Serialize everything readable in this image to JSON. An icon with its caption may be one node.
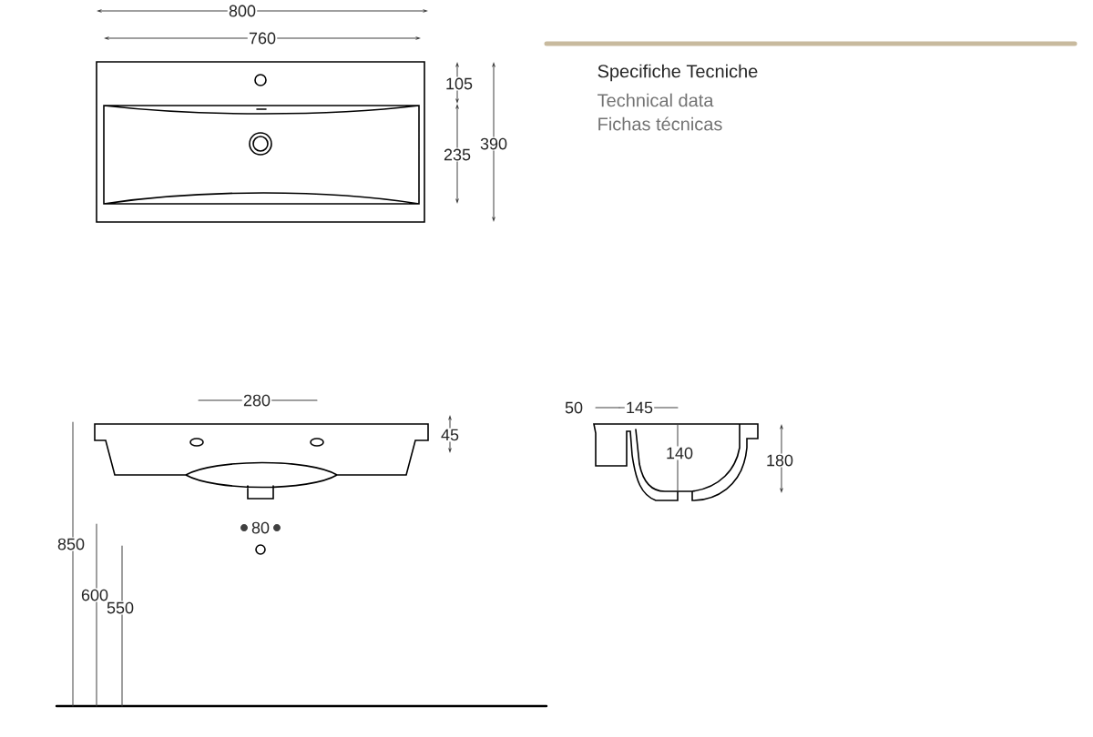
{
  "diagram": {
    "labels": [
      "800",
      "760",
      "105",
      "235",
      "390",
      "Specifiche Tecniche",
      "Technical data",
      "Fichas técnicas",
      "280",
      "45",
      "80",
      "850",
      "600",
      "550",
      "50",
      "145",
      "140",
      "180"
    ]
  }
}
